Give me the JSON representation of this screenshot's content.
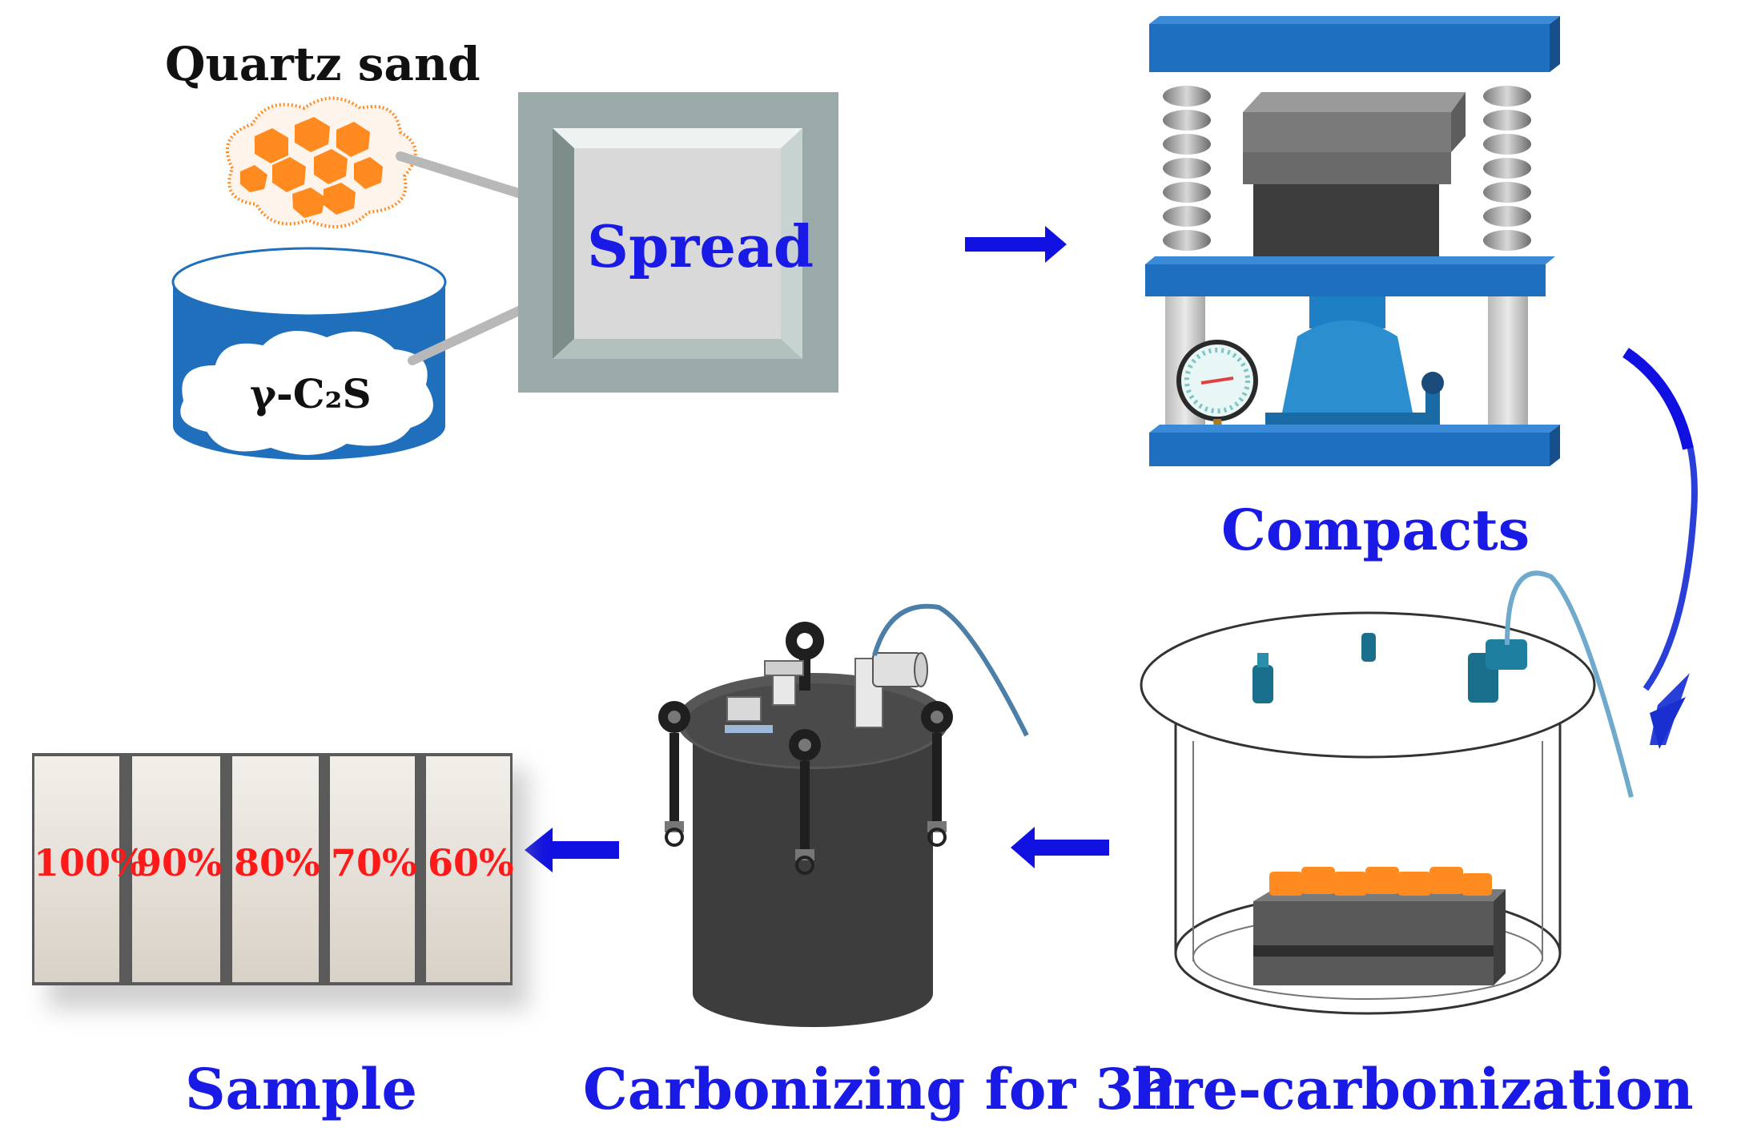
{
  "labels": {
    "quartz_sand": "Quartz sand",
    "gamma_c2s": "γ-C₂S",
    "spread": "Spread",
    "compacts": "Compacts",
    "pre_carbonization": "Pre-carbonization",
    "carbonizing": "Carbonizing for 3h",
    "sample": "Sample"
  },
  "samples": [
    "100%",
    "90%",
    "80%",
    "70%",
    "60%"
  ],
  "colors": {
    "label_blue": "#1a1ae6",
    "arrow_blue": "#1010e0",
    "sample_text_red": "#ff1a1a",
    "quartz_orange": "#ff8a1f",
    "press_blue": "#1e6fc0",
    "cylinder_blue": "#1f6fbd",
    "tray_grey": "#9aaaa8"
  }
}
